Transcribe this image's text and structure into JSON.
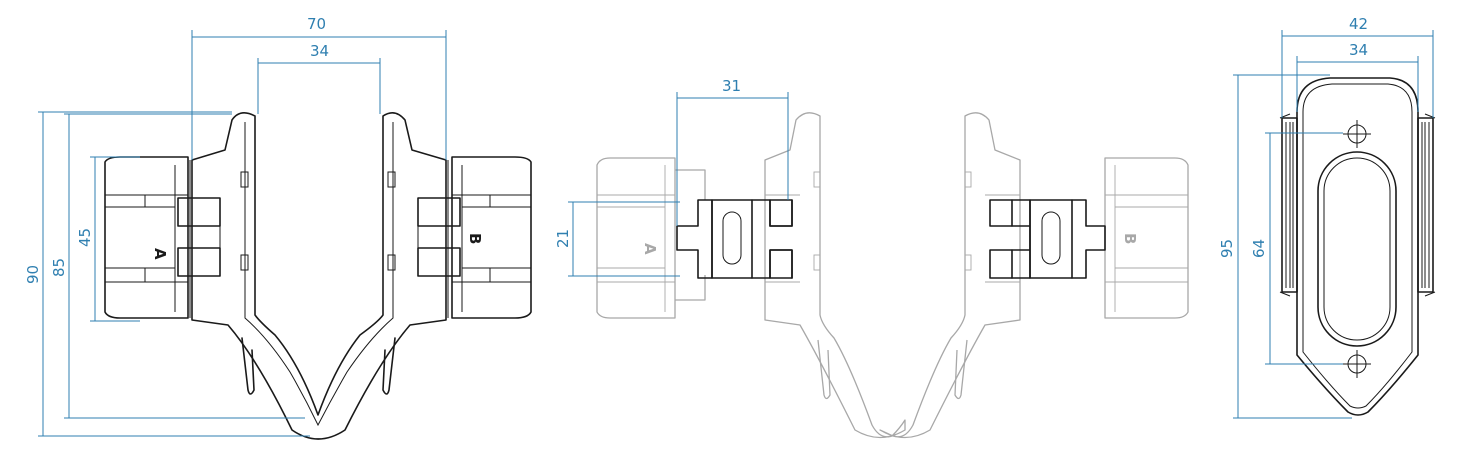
{
  "colors": {
    "dimension": "#2f7fb0",
    "ink": "#1a1a1a",
    "ghost": "#a8a8a8",
    "background": "#ffffff"
  },
  "views": {
    "front": {
      "dims": {
        "width_outer": "70",
        "width_inner": "34",
        "height_total": "90",
        "height_body": "85",
        "height_module": "45"
      },
      "labels": {
        "left_module": "A",
        "right_module": "B"
      }
    },
    "middle": {
      "dims": {
        "width_link": "31",
        "height_link": "21"
      },
      "labels": {
        "left_module": "A",
        "right_module": "B"
      }
    },
    "side": {
      "dims": {
        "width_outer": "42",
        "width_inner": "34",
        "height_total": "95",
        "height_slot": "64"
      }
    }
  }
}
